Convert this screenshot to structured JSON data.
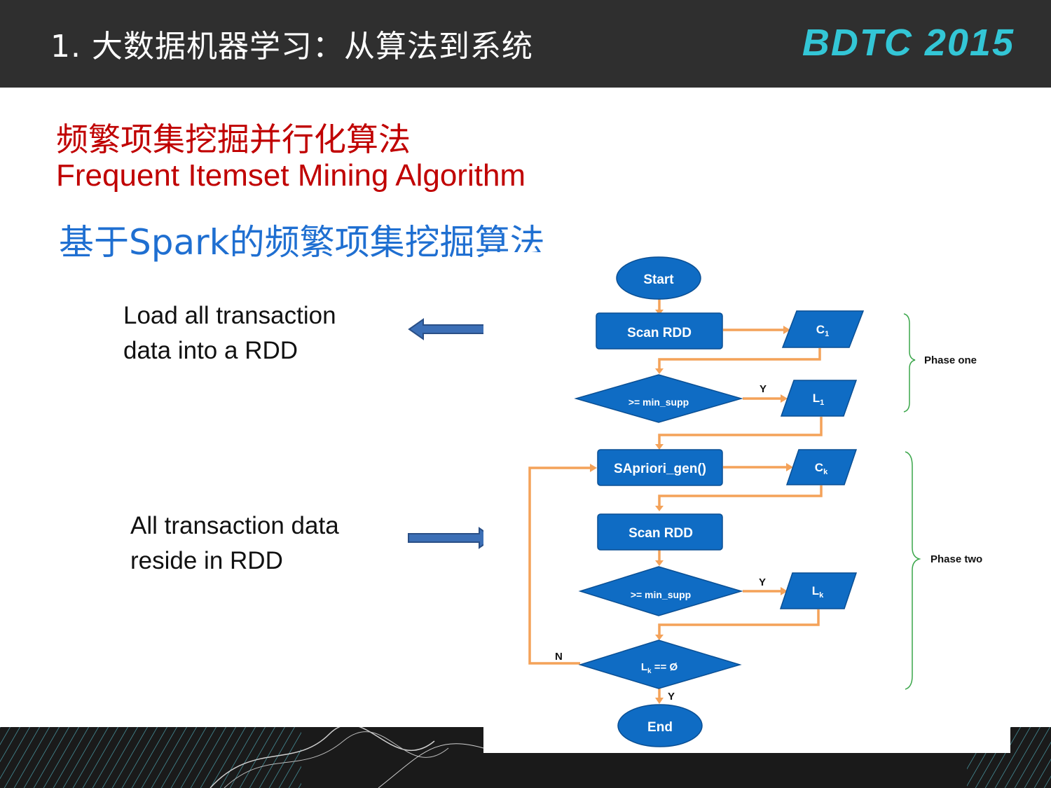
{
  "header": {
    "title": "1. 大数据机器学习：从算法到系统",
    "logo": "BDTC 2015"
  },
  "slide": {
    "title_cn": "频繁项集挖掘并行化算法",
    "title_en": "Frequent Itemset Mining Algorithm",
    "subtitle": "基于Spark的频繁项集挖掘算法",
    "note1": [
      "Load all transaction",
      "data into a RDD"
    ],
    "note2": [
      "All transaction data",
      "reside in RDD"
    ]
  },
  "flowchart": {
    "start": "Start",
    "scan_rdd_1": "Scan RDD",
    "c1": "C",
    "c1_sub": "1",
    "min_supp_1": ">= min_supp",
    "y1": "Y",
    "l1": "L",
    "l1_sub": "1",
    "apriori_gen": "SApriori_gen()",
    "ck": "C",
    "ck_sub": "k",
    "scan_rdd_2": "Scan RDD",
    "min_supp_2": ">= min_supp",
    "y2": "Y",
    "lk": "L",
    "lk_sub": "k",
    "check_empty": "L",
    "check_empty_sub": "k",
    "check_empty_rest": " == Ø",
    "n_label": "N",
    "y3": "Y",
    "end": "End",
    "phase_one": "Phase one",
    "phase_two": "Phase two"
  },
  "colors": {
    "header_bg": "#2f2f2f",
    "logo": "#33c6d6",
    "title_red": "#c00000",
    "subtitle_blue": "#1f6fd1",
    "shape_fill": "#0f6cc4",
    "connector": "#f4a259",
    "brace": "#3aa64a"
  }
}
